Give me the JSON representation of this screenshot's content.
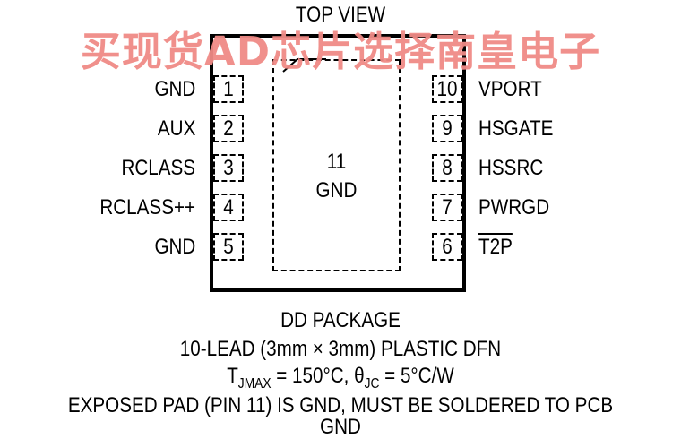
{
  "title": "TOP VIEW",
  "watermark": "买现货AD芯片选择南皇电子",
  "left_pins": [
    {
      "number": "1",
      "name": "GND"
    },
    {
      "number": "2",
      "name": "AUX"
    },
    {
      "number": "3",
      "name": "RCLASS"
    },
    {
      "number": "4",
      "name": "RCLASS++"
    },
    {
      "number": "5",
      "name": "GND"
    }
  ],
  "right_pins": [
    {
      "number": "10",
      "name": "VPORT"
    },
    {
      "number": "9",
      "name": "HSGATE"
    },
    {
      "number": "8",
      "name": "HSSRC"
    },
    {
      "number": "7",
      "name": "PWRGD"
    },
    {
      "number": "6",
      "name": "T2P"
    }
  ],
  "exposed_pad": {
    "number": "11",
    "name": "GND"
  },
  "caption": {
    "package": "DD PACKAGE",
    "description": "10-LEAD (3mm × 3mm) PLASTIC DFN",
    "tj_symbol": "T",
    "tj_sub": "JMAX",
    "tj_value": " = 150°C, ",
    "theta_symbol": "θ",
    "theta_sub": "JC",
    "theta_value": " = 5°C/W",
    "note": "EXPOSED PAD (PIN 11) IS GND, MUST BE SOLDERED TO PCB GND"
  }
}
